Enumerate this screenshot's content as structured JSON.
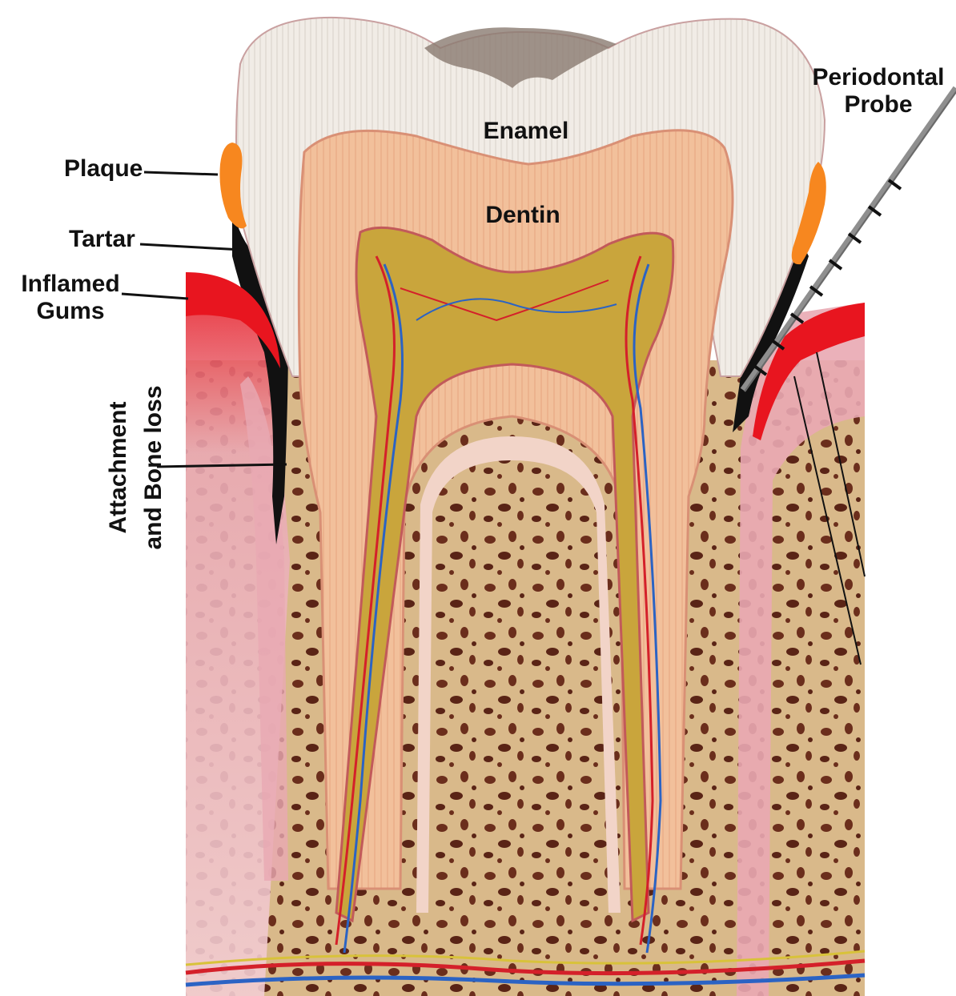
{
  "labels": {
    "enamel": "Enamel",
    "dentin": "Dentin",
    "plaque": "Plaque",
    "tartar": "Tartar",
    "inflamed_gums_line1": "Inflamed",
    "inflamed_gums_line2": "Gums",
    "attachment_line1": "Attachment",
    "attachment_line2": "and Bone loss",
    "probe_line1": "Periodontal",
    "probe_line2": "Probe"
  },
  "colors": {
    "enamel": "#f1ece6",
    "dentin": "#f2c09b",
    "pulp": "#c9a53c",
    "bone": "#d9b98a",
    "gum_pink": "#e9a9b3",
    "inflamed_gum": "#e8151f",
    "plaque": "#f7871f",
    "tartar": "#111111",
    "probe": "#8f8f8f",
    "artery": "#d4202a",
    "vein": "#2b63c4"
  },
  "icons": [
    "periodontal-probe-icon",
    "plaque-deposit-icon",
    "tartar-deposit-icon"
  ]
}
